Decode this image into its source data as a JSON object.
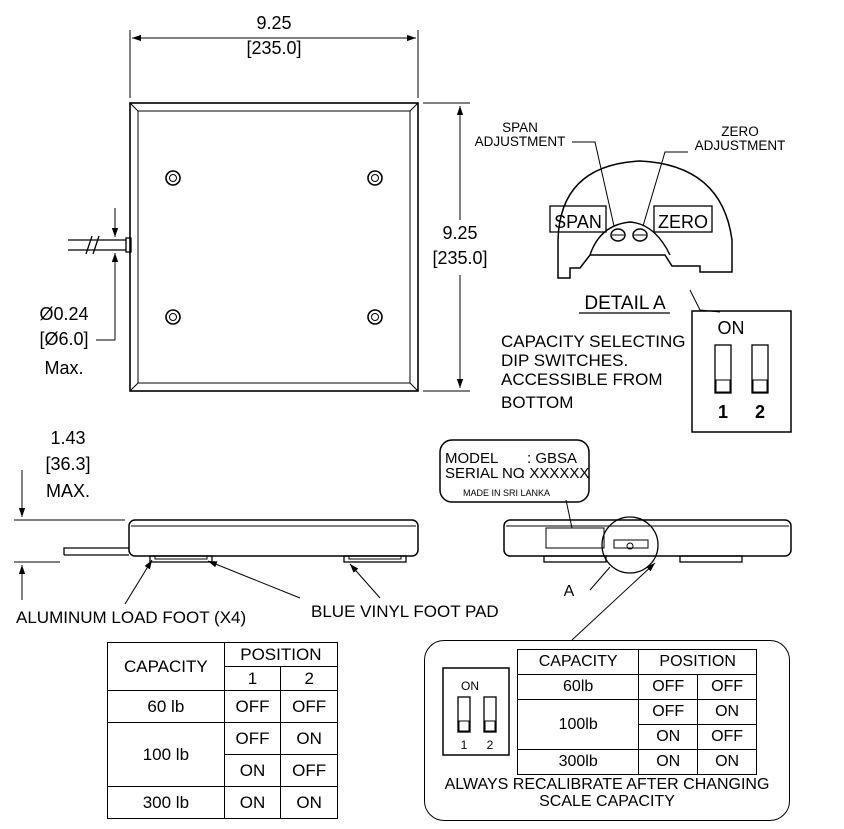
{
  "top_view": {
    "width_in": "9.25",
    "width_mm": "[235.0]",
    "height_in": "9.25",
    "height_mm": "[235.0]",
    "cable_dia_in": "Ø0.24",
    "cable_dia_mm": "[Ø6.0]",
    "cable_dia_note": "Max."
  },
  "detail_a": {
    "span_adjustment_line1": "SPAN",
    "span_adjustment_line2": "ADJUSTMENT",
    "zero_adjustment_line1": "ZERO",
    "zero_adjustment_line2": "ADJUSTMENT",
    "span_label": "SPAN",
    "zero_label": "ZERO",
    "title": "DETAIL A",
    "dip_note_line1": "CAPACITY SELECTING",
    "dip_note_line2": "DIP SWITCHES.",
    "dip_note_line3": "ACCESSIBLE FROM",
    "dip_note_line4": "BOTTOM",
    "switch_on": "ON",
    "switch_1": "1",
    "switch_2": "2"
  },
  "side_view": {
    "height_in": "1.43",
    "height_mm": "[36.3]",
    "height_note": "MAX.",
    "load_foot": "ALUMINUM LOAD FOOT (X4)",
    "foot_pad": "BLUE VINYL FOOT PAD",
    "callout_a": "A"
  },
  "label_plate": {
    "model_key": "MODEL",
    "model_value": ": GBSA",
    "serial_key": "SERIAL NO",
    "serial_value": ": XXXXXX",
    "made_in": "MADE IN SRI LANKA"
  },
  "table_left": {
    "capacity_header": "CAPACITY",
    "position_header": "POSITION",
    "col1": "1",
    "col2": "2",
    "rows": [
      {
        "capacity": "60 lb",
        "p1": "OFF",
        "p2": "OFF"
      },
      {
        "capacity": "100 lb",
        "p1": "OFF",
        "p2": "ON"
      },
      {
        "capacity": "",
        "p1": "ON",
        "p2": "OFF"
      },
      {
        "capacity": "300 lb",
        "p1": "ON",
        "p2": "ON"
      }
    ]
  },
  "table_right": {
    "switch_on": "ON",
    "switch_1": "1",
    "switch_2": "2",
    "capacity_header": "CAPACITY",
    "position_header": "POSITION",
    "rows": [
      {
        "capacity": "60lb",
        "p1": "OFF",
        "p2": "OFF"
      },
      {
        "capacity": "100lb",
        "p1": "OFF",
        "p2": "ON"
      },
      {
        "capacity": "",
        "p1": "ON",
        "p2": "OFF"
      },
      {
        "capacity": "300lb",
        "p1": "ON",
        "p2": "ON"
      }
    ],
    "note_line1": "ALWAYS RECALIBRATE AFTER CHANGING",
    "note_line2": "SCALE CAPACITY"
  }
}
